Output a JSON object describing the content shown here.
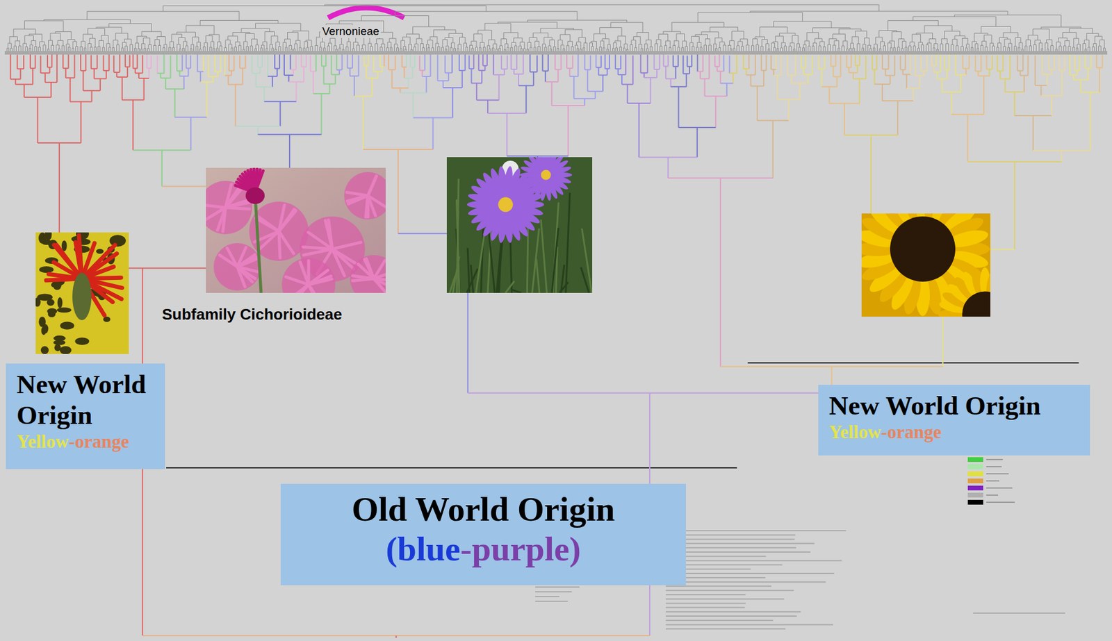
{
  "diagram": {
    "nodes": [
      {
        "text": [
          "New World Origin",
          "Yellow-orange"
        ]
      },
      {
        "text": [
          "Old World Origin",
          "(blue-purple)"
        ]
      },
      {
        "text": [
          "New World Origin",
          "Yellow-orange"
        ]
      }
    ],
    "labels": [
      "Vernonieae",
      "Subfamily Cichorioideae"
    ]
  }
}
